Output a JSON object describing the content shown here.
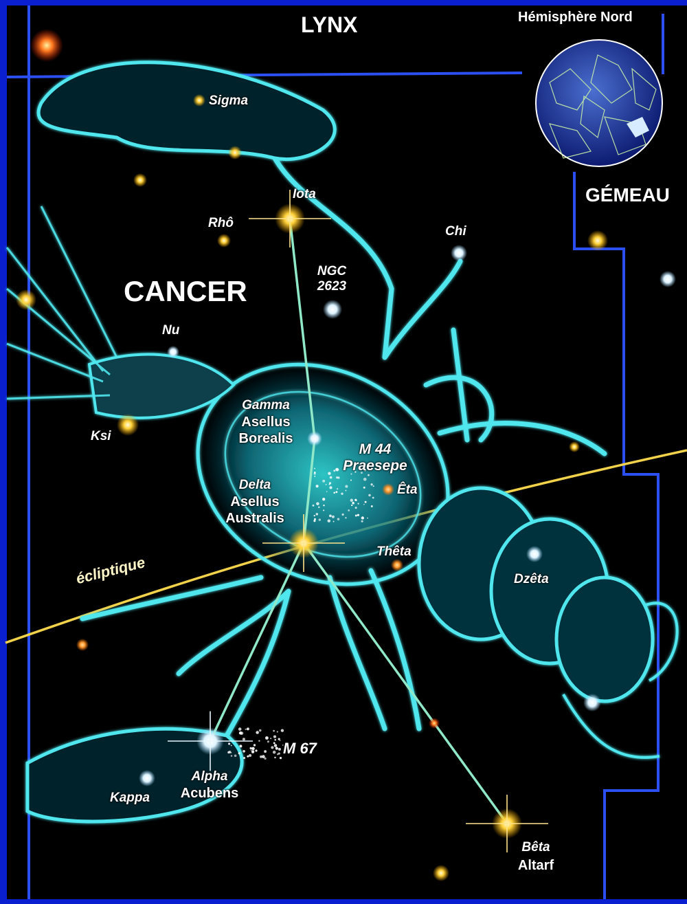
{
  "constellation": {
    "name": "CANCER",
    "neighbors": {
      "north": "LYNX",
      "west": "GÉMEAU"
    },
    "inset_title": "Hémisphère Nord",
    "ecliptic_label": "écliptique"
  },
  "stars": {
    "sigma": "Sigma",
    "iota": "Iota",
    "rho": "Rhô",
    "chi": "Chi",
    "nu": "Nu",
    "ksi": "Ksi",
    "gamma": {
      "bayer": "Gamma",
      "name1": "Asellus",
      "name2": "Borealis"
    },
    "delta": {
      "bayer": "Delta",
      "name1": "Asellus",
      "name2": "Australis"
    },
    "eta": "Êta",
    "theta": "Thêta",
    "dzeta": "Dzêta",
    "alpha": {
      "bayer": "Alpha",
      "name": "Acubens"
    },
    "kappa": "Kappa",
    "beta": {
      "bayer": "Bêta",
      "name": "Altarf"
    }
  },
  "deep_sky": {
    "ngc2623": {
      "line1": "NGC",
      "line2": "2623"
    },
    "m44": {
      "line1": "M 44",
      "line2": "Praesepe"
    },
    "m67": "M 67"
  },
  "colors": {
    "frame": "#0a1fd0",
    "sky": "#000000",
    "boundary": "#2b4ff0",
    "figure": "#4fe6ee",
    "figure_glow": "#1aa8c0",
    "stick_line": "#8fe8c8",
    "ecliptic": "#f2d24a",
    "star_yellow": "#ffd23a",
    "star_white": "#ffffff"
  }
}
